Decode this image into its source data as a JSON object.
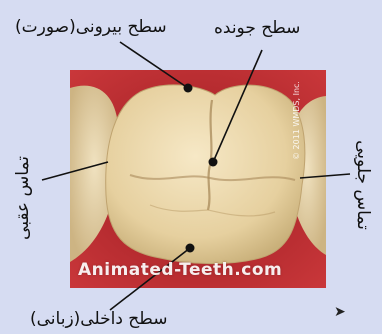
{
  "labels": {
    "top_left": "سطح بیرونی(صورت)",
    "top_right": "سطح جونده",
    "left_side": "تماس عقبی",
    "right_side": "تماس جلویی",
    "bottom": "سطح داخلی(زبانی)"
  },
  "watermark": "Animated-Teeth.com",
  "copyright": "© 2011 WMDS, Inc.",
  "icons": {
    "nav": "arrow-right-icon"
  },
  "colors": {
    "background": "#d6dcf2",
    "gum": "#c42a2e",
    "tooth": "#e7d3a6"
  }
}
